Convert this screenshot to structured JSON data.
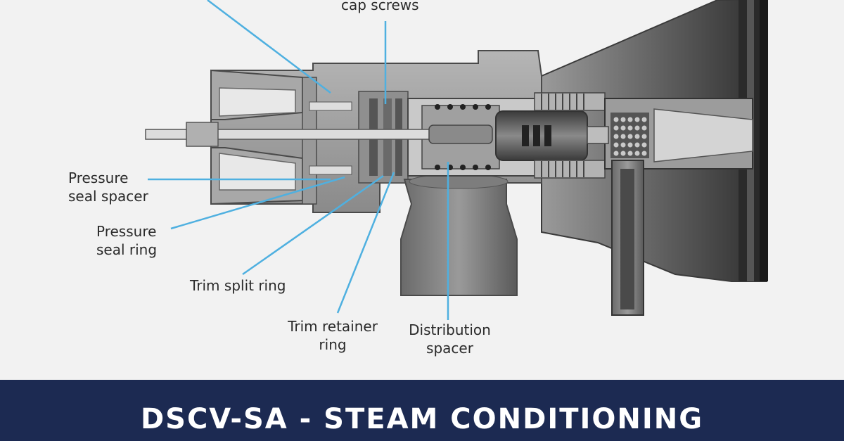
{
  "labels": {
    "cap_screws": "cap screws",
    "pressure_seal_spacer": [
      "Pressure",
      "seal spacer"
    ],
    "pressure_seal_ring": [
      "Pressure",
      "seal ring"
    ],
    "trim_split_ring": "Trim split ring",
    "trim_retainer_ring": [
      "Trim retainer",
      "ring"
    ],
    "distribution_spacer": [
      "Distribution",
      "spacer"
    ]
  },
  "banner": {
    "title": "DSCV-SA - STEAM CONDITIONING"
  },
  "colors": {
    "banner_bg": "#1c2a52",
    "leader_line": "#4fb0e0",
    "background": "#f2f2f2"
  }
}
